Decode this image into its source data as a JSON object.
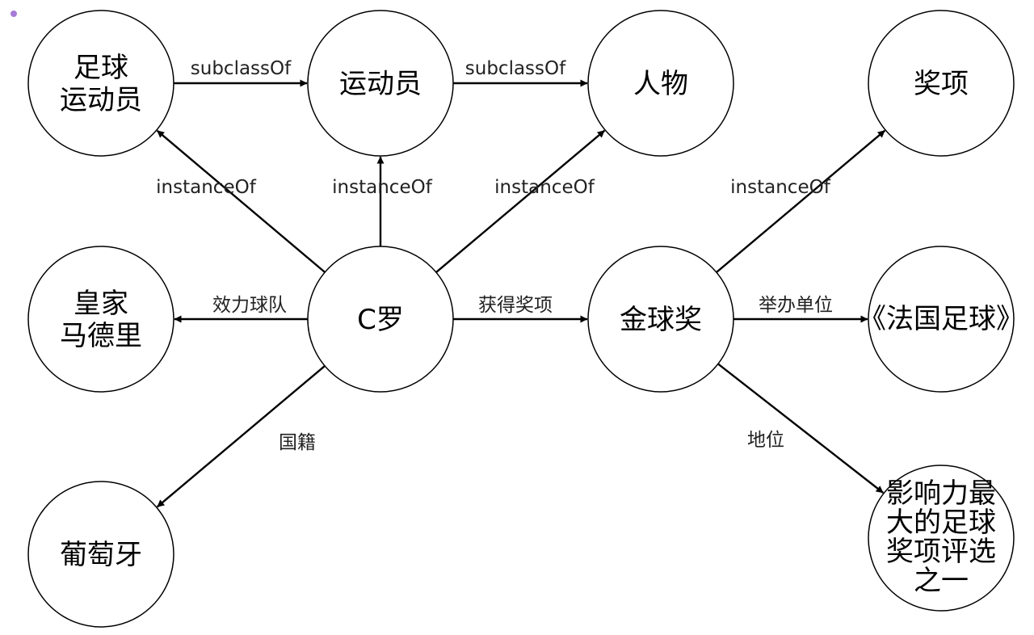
{
  "diagram": {
    "nodes": [
      {
        "id": "football-player",
        "lines": [
          "足球",
          "运动员"
        ]
      },
      {
        "id": "athlete",
        "lines": [
          "运动员"
        ]
      },
      {
        "id": "person",
        "lines": [
          "人物"
        ]
      },
      {
        "id": "award",
        "lines": [
          "奖项"
        ]
      },
      {
        "id": "real-madrid",
        "lines": [
          "皇家",
          "马德里"
        ]
      },
      {
        "id": "cristiano",
        "lines": [
          "C罗"
        ]
      },
      {
        "id": "ballon-dor",
        "lines": [
          "金球奖"
        ]
      },
      {
        "id": "france-football",
        "lines": [
          "《法国足球》"
        ]
      },
      {
        "id": "portugal",
        "lines": [
          "葡萄牙"
        ]
      },
      {
        "id": "most-influential",
        "lines": [
          "影响力最",
          "大的足球",
          "奖项评选",
          "之一"
        ]
      }
    ],
    "edges": [
      {
        "from": "football-player",
        "to": "athlete",
        "label": "subclassOf"
      },
      {
        "from": "athlete",
        "to": "person",
        "label": "subclassOf"
      },
      {
        "from": "cristiano",
        "to": "football-player",
        "label": "instanceOf"
      },
      {
        "from": "cristiano",
        "to": "athlete",
        "label": "instanceOf"
      },
      {
        "from": "cristiano",
        "to": "person",
        "label": "instanceOf"
      },
      {
        "from": "ballon-dor",
        "to": "award",
        "label": "instanceOf"
      },
      {
        "from": "cristiano",
        "to": "real-madrid",
        "label": "效力球队"
      },
      {
        "from": "cristiano",
        "to": "ballon-dor",
        "label": "获得奖项"
      },
      {
        "from": "ballon-dor",
        "to": "france-football",
        "label": "举办单位"
      },
      {
        "from": "cristiano",
        "to": "portugal",
        "label": "国籍"
      },
      {
        "from": "ballon-dor",
        "to": "most-influential",
        "label": "地位"
      }
    ]
  }
}
